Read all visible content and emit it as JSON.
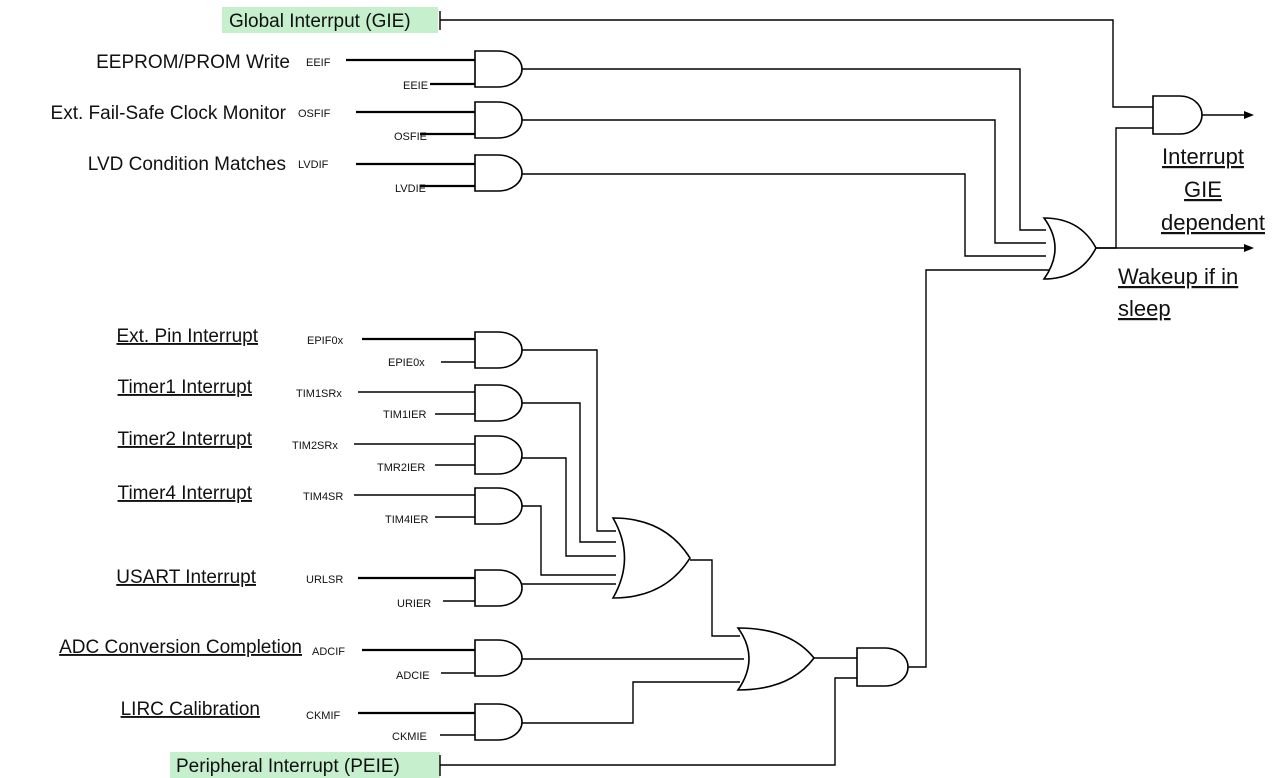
{
  "global": {
    "label": "Global Interrput (GIE)",
    "bg": "#c6efce"
  },
  "peripheral": {
    "label": "Peripheral Interrupt (PEIE)",
    "bg": "#c6efce"
  },
  "core_sources": [
    {
      "label": "EEPROM/PROM Write",
      "flag": "EEIF",
      "enable": "EEIE"
    },
    {
      "label": "Ext. Fail-Safe Clock Monitor",
      "flag": "OSFIF",
      "enable": "OSFIE"
    },
    {
      "label": "LVD Condition Matches",
      "flag": "LVDIF",
      "enable": "LVDIE"
    }
  ],
  "peripheral_sources": [
    {
      "label": "Ext. Pin Interrupt",
      "flag": "EPIF0x",
      "enable": "EPIE0x"
    },
    {
      "label": "Timer1 Interrupt",
      "flag": "TIM1SRx",
      "enable": "TIM1IER"
    },
    {
      "label": "Timer2 Interrupt",
      "flag": "TIM2SRx",
      "enable": "TMR2IER"
    },
    {
      "label": "Timer4 Interrupt",
      "flag": "TIM4SR",
      "enable": "TIM4IER"
    },
    {
      "label": "USART Interrupt",
      "flag": "URLSR",
      "enable": "URIER"
    },
    {
      "label": "ADC Conversion Completion",
      "flag": "ADCIF",
      "enable": "ADCIE"
    },
    {
      "label": "LIRC Calibration",
      "flag": "CKMIF",
      "enable": "CKMIE"
    }
  ],
  "outputs": {
    "interrupt": [
      "Interrupt",
      "GIE",
      "dependent"
    ],
    "wakeup": [
      "Wakeup if in",
      "sleep"
    ]
  }
}
